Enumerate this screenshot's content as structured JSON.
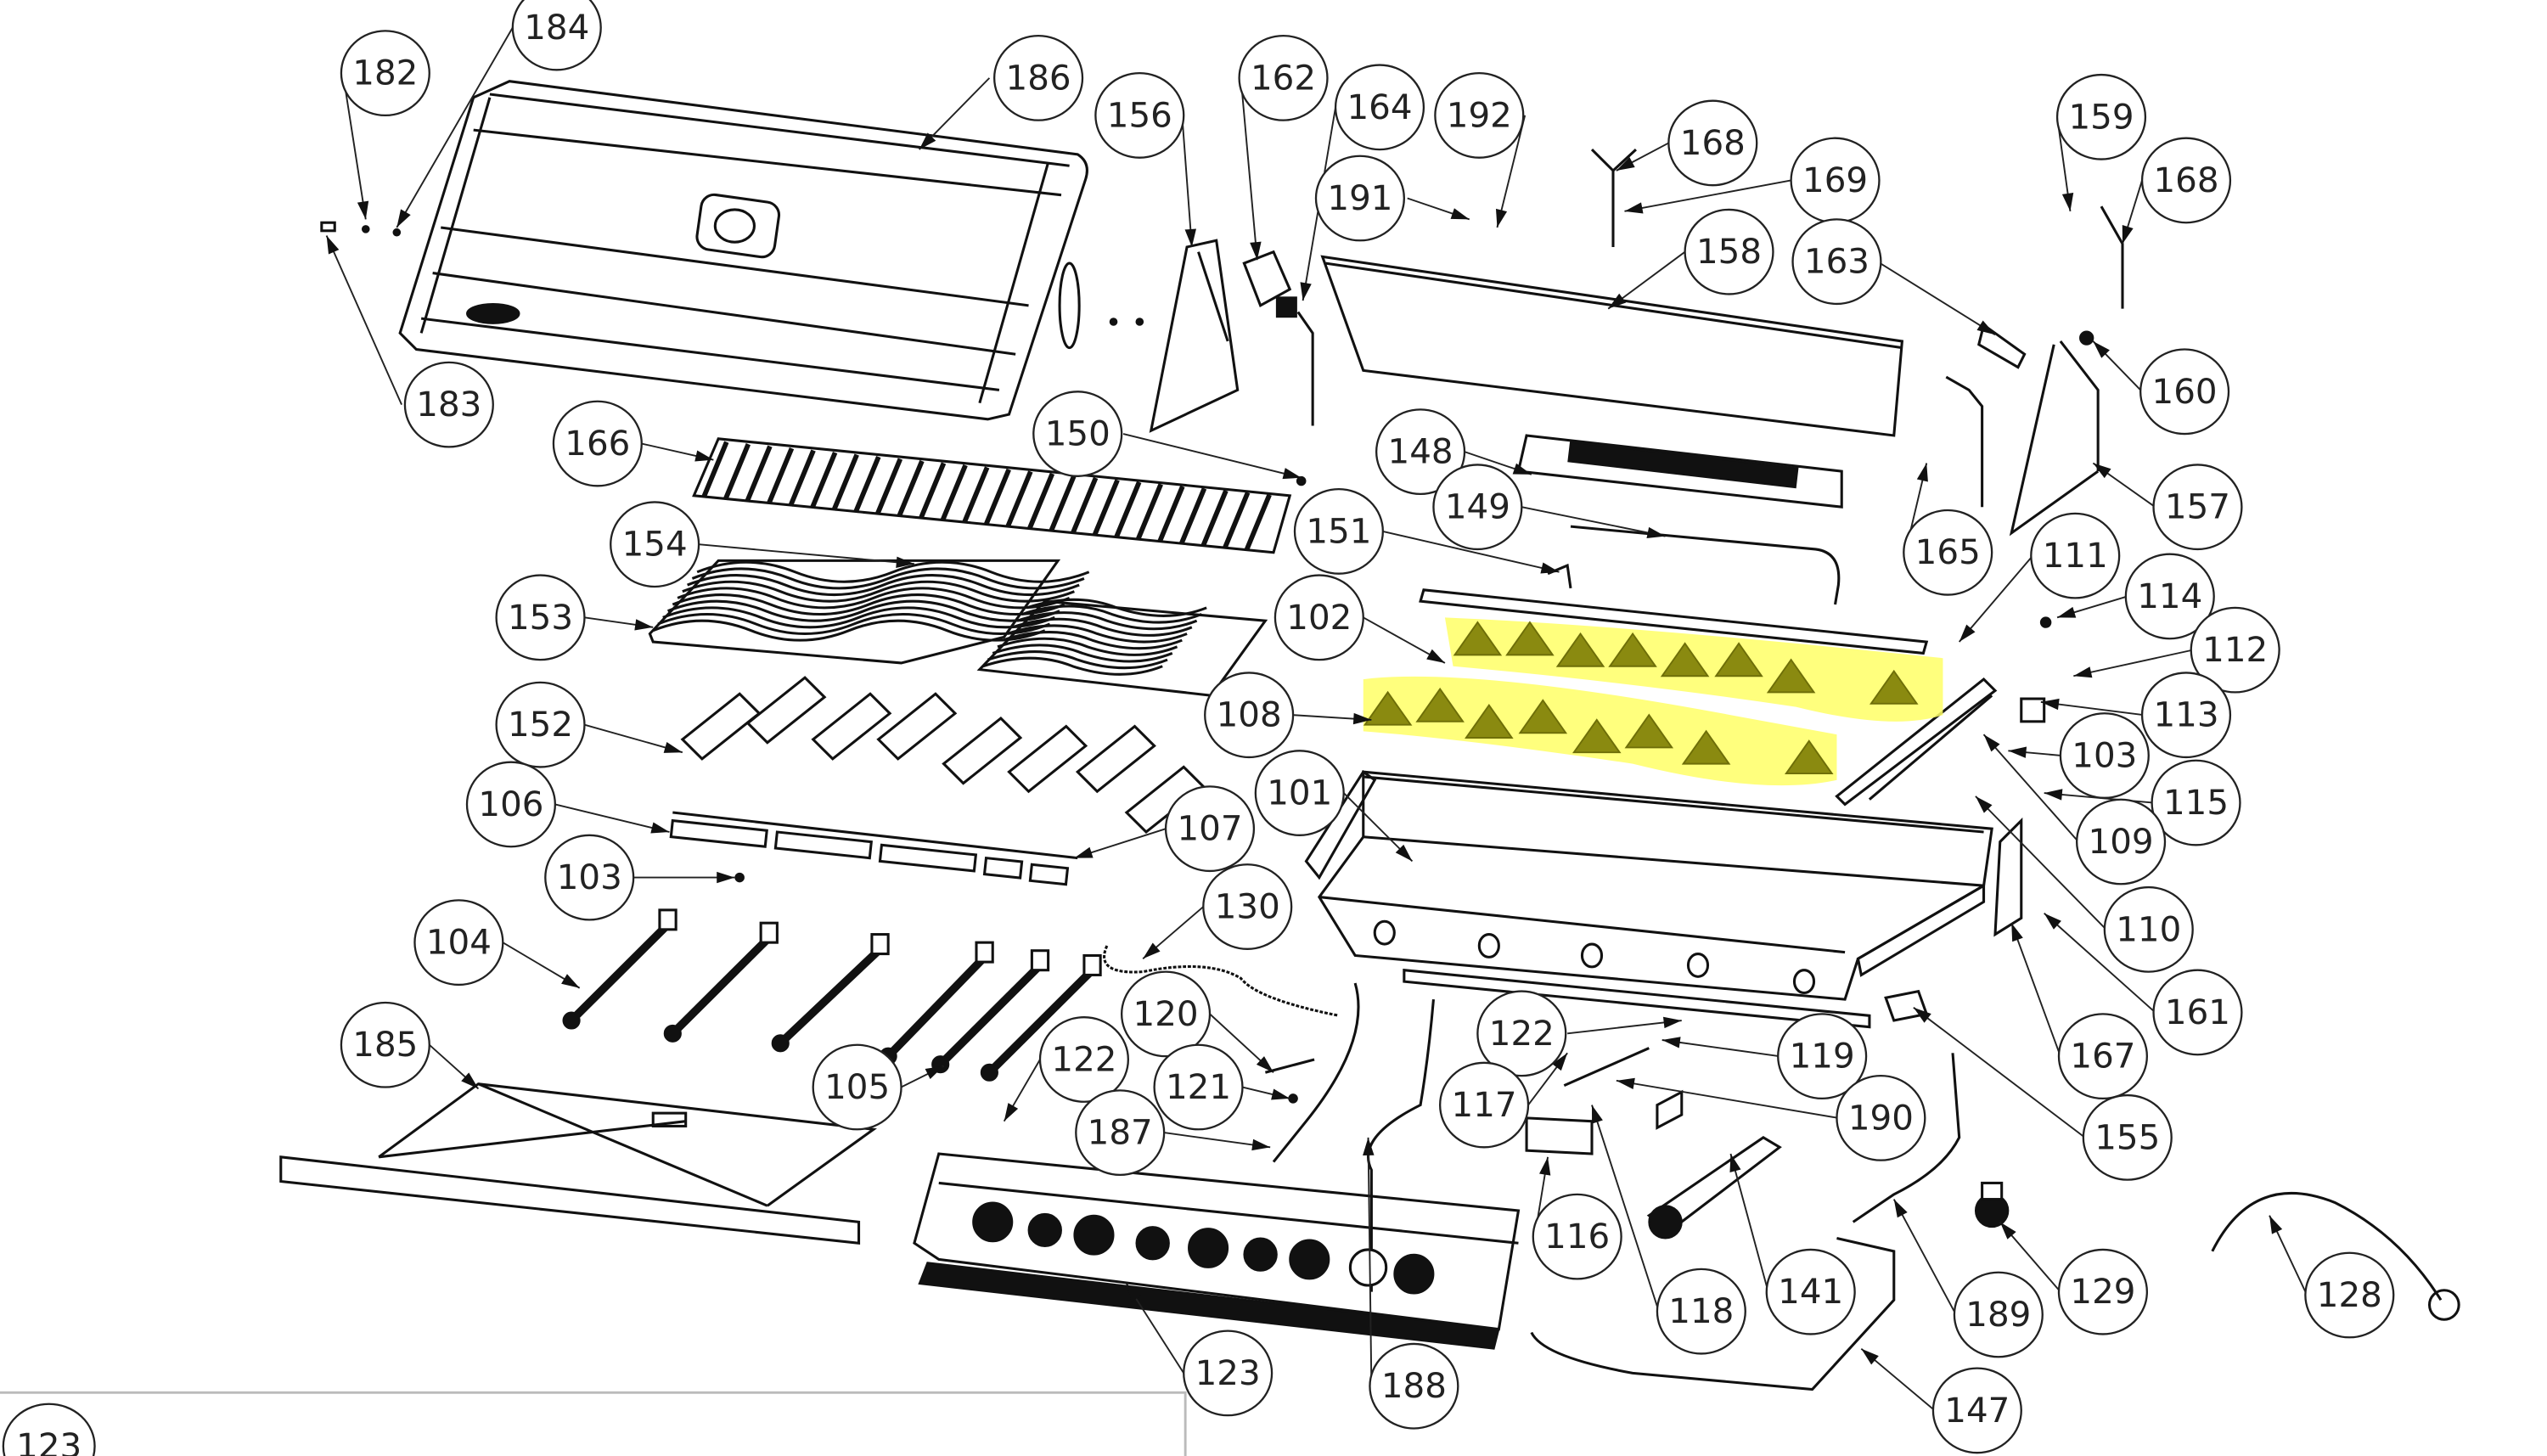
{
  "diagram": {
    "title": "Gas grill exploded parts diagram",
    "highlight_color": "#ffff66",
    "highlighted_parts": [
      "102",
      "108"
    ],
    "callouts": [
      {
        "id": "182",
        "label": "182"
      },
      {
        "id": "184",
        "label": "184"
      },
      {
        "id": "186",
        "label": "186"
      },
      {
        "id": "183",
        "label": "183"
      },
      {
        "id": "156",
        "label": "156"
      },
      {
        "id": "162",
        "label": "162"
      },
      {
        "id": "164",
        "label": "164"
      },
      {
        "id": "192",
        "label": "192"
      },
      {
        "id": "191",
        "label": "191"
      },
      {
        "id": "168a",
        "label": "168"
      },
      {
        "id": "169",
        "label": "169"
      },
      {
        "id": "158",
        "label": "158"
      },
      {
        "id": "163",
        "label": "163"
      },
      {
        "id": "159",
        "label": "159"
      },
      {
        "id": "168b",
        "label": "168"
      },
      {
        "id": "160",
        "label": "160"
      },
      {
        "id": "157",
        "label": "157"
      },
      {
        "id": "166",
        "label": "166"
      },
      {
        "id": "150",
        "label": "150"
      },
      {
        "id": "148",
        "label": "148"
      },
      {
        "id": "149",
        "label": "149"
      },
      {
        "id": "165",
        "label": "165"
      },
      {
        "id": "154",
        "label": "154"
      },
      {
        "id": "151",
        "label": "151"
      },
      {
        "id": "111",
        "label": "111"
      },
      {
        "id": "114",
        "label": "114"
      },
      {
        "id": "153",
        "label": "153"
      },
      {
        "id": "102",
        "label": "102"
      },
      {
        "id": "112",
        "label": "112"
      },
      {
        "id": "113",
        "label": "113"
      },
      {
        "id": "152",
        "label": "152"
      },
      {
        "id": "108",
        "label": "108"
      },
      {
        "id": "103a",
        "label": "103"
      },
      {
        "id": "115",
        "label": "115"
      },
      {
        "id": "106",
        "label": "106"
      },
      {
        "id": "101",
        "label": "101"
      },
      {
        "id": "109",
        "label": "109"
      },
      {
        "id": "107",
        "label": "107"
      },
      {
        "id": "103b",
        "label": "103"
      },
      {
        "id": "110",
        "label": "110"
      },
      {
        "id": "104",
        "label": "104"
      },
      {
        "id": "130",
        "label": "130"
      },
      {
        "id": "161",
        "label": "161"
      },
      {
        "id": "120",
        "label": "120"
      },
      {
        "id": "122a",
        "label": "122"
      },
      {
        "id": "119",
        "label": "119"
      },
      {
        "id": "167",
        "label": "167"
      },
      {
        "id": "185",
        "label": "185"
      },
      {
        "id": "122b",
        "label": "122"
      },
      {
        "id": "105",
        "label": "105"
      },
      {
        "id": "121",
        "label": "121"
      },
      {
        "id": "117",
        "label": "117"
      },
      {
        "id": "190",
        "label": "190"
      },
      {
        "id": "155",
        "label": "155"
      },
      {
        "id": "187",
        "label": "187"
      },
      {
        "id": "116",
        "label": "116"
      },
      {
        "id": "129",
        "label": "129"
      },
      {
        "id": "141",
        "label": "141"
      },
      {
        "id": "128",
        "label": "128"
      },
      {
        "id": "118",
        "label": "118"
      },
      {
        "id": "189",
        "label": "189"
      },
      {
        "id": "123",
        "label": "123"
      },
      {
        "id": "188",
        "label": "188"
      },
      {
        "id": "147",
        "label": "147"
      }
    ],
    "inset": {
      "label": "123"
    }
  }
}
